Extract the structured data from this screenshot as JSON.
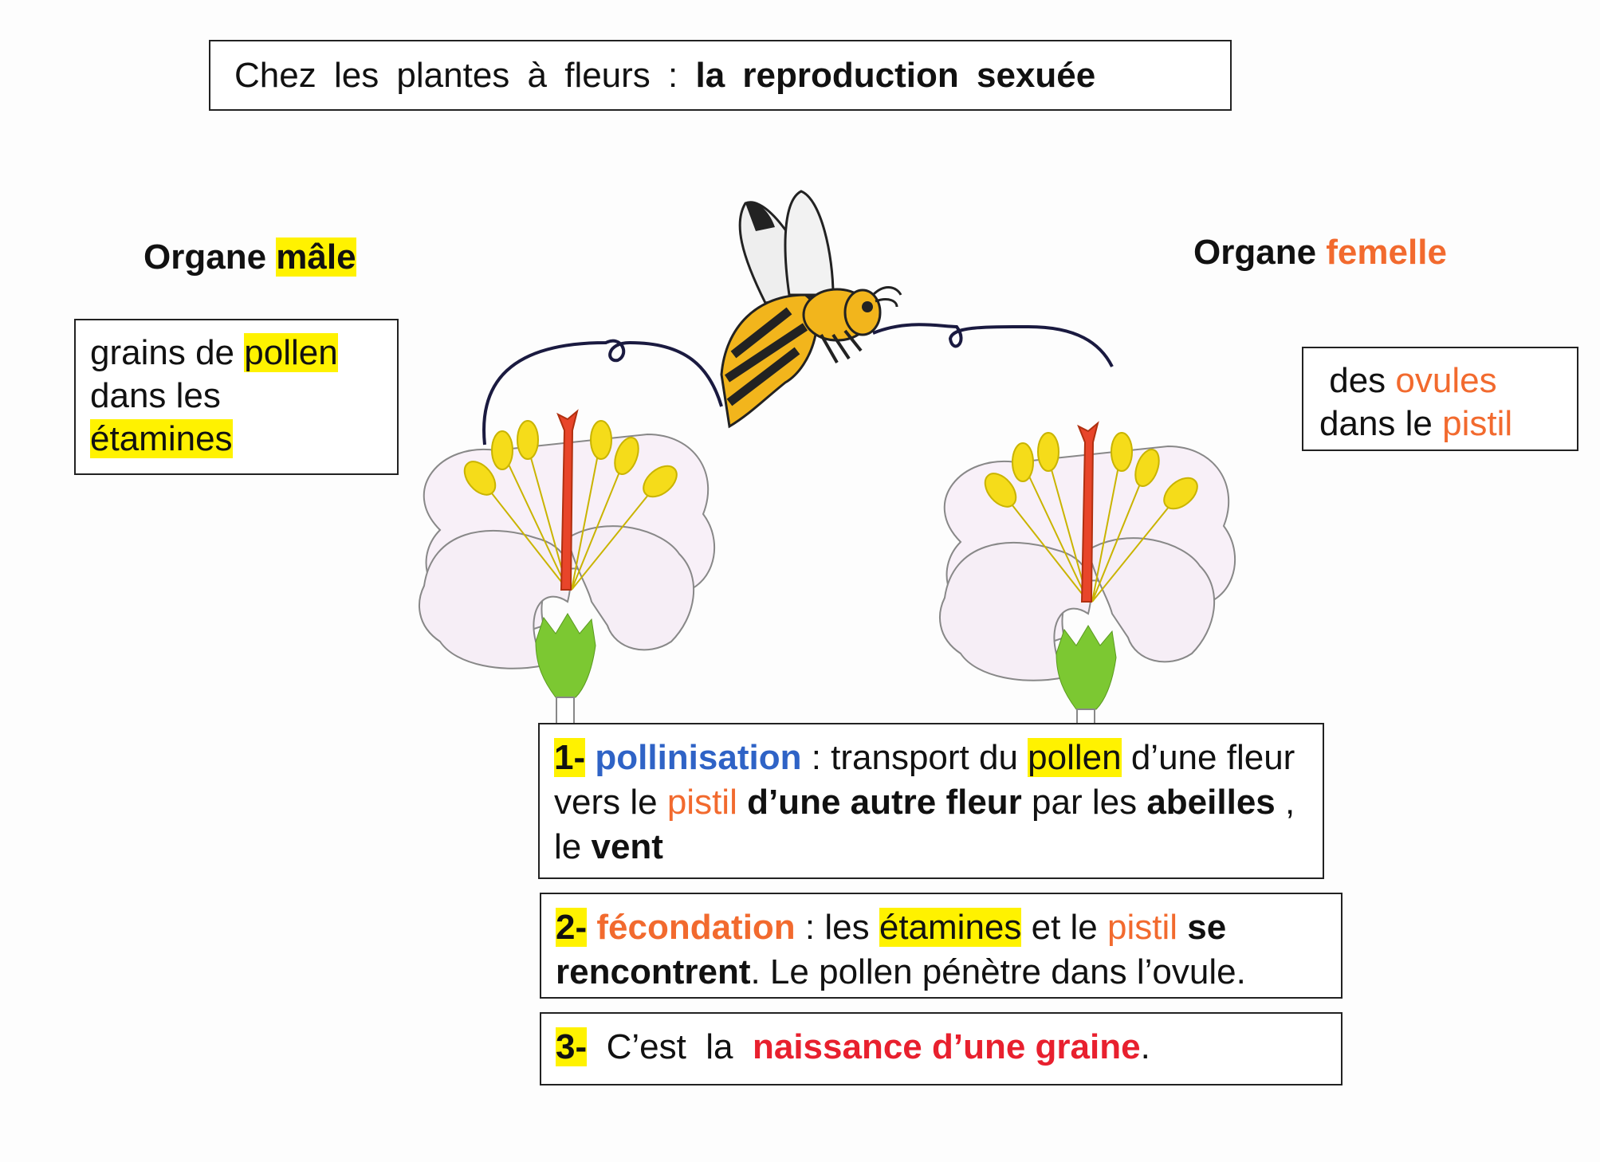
{
  "title": {
    "normal": "Chez les plantes à fleurs :",
    "bold": "la reproduction sexuée"
  },
  "male": {
    "heading_prefix": "Organe",
    "heading_highlight": "mâle",
    "line1": "grains de",
    "line1_hl": "pollen",
    "line2": "dans  les",
    "line3_hl": "étamines"
  },
  "female": {
    "heading_prefix": "Organe",
    "heading_colored": "femelle",
    "line1": "des",
    "line1_c": "ovules",
    "line2": "dans le",
    "line2_c": "pistil"
  },
  "steps": [
    {
      "num": "1-",
      "term": "pollinisation",
      "t1": " : transport du ",
      "hl": "pollen",
      "t2": " d’une fleur vers le ",
      "c": "pistil",
      "b1": "  d’une autre fleur",
      "t3": " par les ",
      "b2": "abeilles",
      "t4": " , le ",
      "b3": "vent"
    },
    {
      "num": "2-",
      "term": "fécondation",
      "t1": " : les ",
      "hl": "étamines",
      "t2": " et le ",
      "c": "pistil",
      "b1": " se rencontrent",
      "t3": ". Le pollen pénètre dans l’ovule."
    },
    {
      "num": "3-",
      "t1": "  C’est  la  ",
      "c": "naissance d’une graine",
      "t2": "."
    }
  ],
  "colors": {
    "highlight": "#fff200",
    "orange": "#f26a2e",
    "blue": "#2f63c6",
    "red": "#e8202e"
  }
}
